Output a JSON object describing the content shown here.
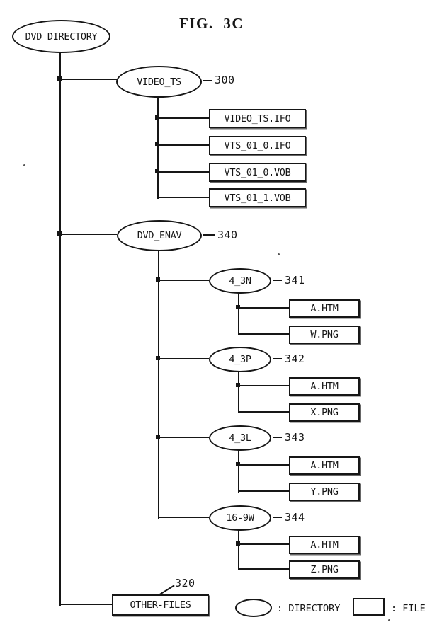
{
  "title": "FIG. 3C",
  "root": {
    "label": "DVD DIRECTORY"
  },
  "video_ts": {
    "label": "VIDEO_TS",
    "ref": "300",
    "files": [
      "VIDEO_TS.IFO",
      "VTS_01_0.IFO",
      "VTS_01_0.VOB",
      "VTS_01_1.VOB"
    ]
  },
  "dvd_enav": {
    "label": "DVD_ENAV",
    "ref": "340",
    "subdirs": [
      {
        "label": "4_3N",
        "ref": "341",
        "files": [
          "A.HTM",
          "W.PNG"
        ]
      },
      {
        "label": "4_3P",
        "ref": "342",
        "files": [
          "A.HTM",
          "X.PNG"
        ]
      },
      {
        "label": "4_3L",
        "ref": "343",
        "files": [
          "A.HTM",
          "Y.PNG"
        ]
      },
      {
        "label": "16-9W",
        "ref": "344",
        "files": [
          "A.HTM",
          "Z.PNG"
        ]
      }
    ]
  },
  "other_files": {
    "label": "OTHER-FILES",
    "ref": "320"
  },
  "legend": {
    "directory": ": DIRECTORY",
    "file": ": FILE"
  },
  "colors": {
    "ink": "#161616",
    "paper": "#ffffff"
  }
}
